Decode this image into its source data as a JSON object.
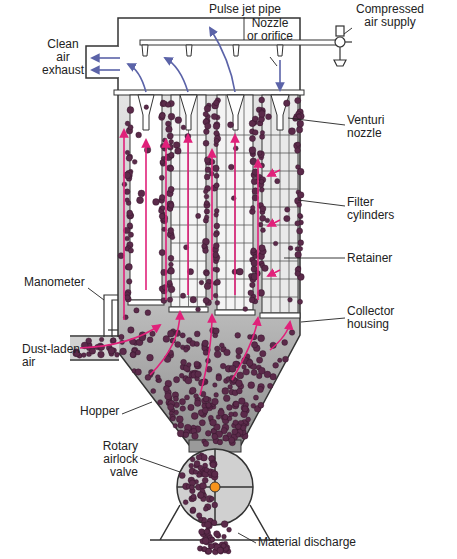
{
  "diagram": {
    "labels": [
      "Clean air exhaust",
      "Pulse jet pipe",
      "Nozzle or orifice",
      "Compressed air supply",
      "Venturi nozzle",
      "Filter cylinders",
      "Retainer",
      "Manometer",
      "Collector housing",
      "Dust-laden air",
      "Hopper",
      "Rotary airlock valve",
      "Material discharge"
    ]
  }
}
